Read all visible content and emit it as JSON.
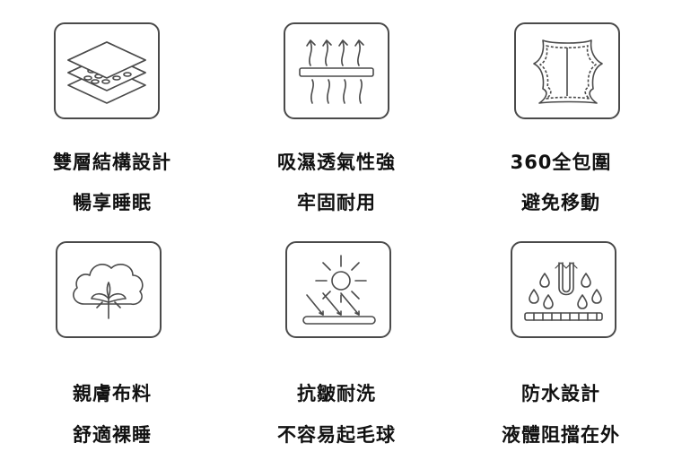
{
  "features": [
    {
      "icon": "layered-mattress-icon",
      "line1": "雙層結構設計",
      "line2": "暢享睡眠"
    },
    {
      "icon": "breathable-airflow-icon",
      "line1": "吸濕透氣性強",
      "line2": "牢固耐用"
    },
    {
      "icon": "full-wrap-cover-icon",
      "line1": "360全包圍",
      "line2": "避免移動"
    },
    {
      "icon": "cotton-plant-icon",
      "line1": "親膚布料",
      "line2": "舒適裸睡"
    },
    {
      "icon": "sun-rays-icon",
      "line1": "抗皺耐洗",
      "line2": "不容易起毛球"
    },
    {
      "icon": "waterproof-drops-icon",
      "line1": "防水設計",
      "line2": "液體阻擋在外"
    }
  ],
  "colors": {
    "stroke": "#4a4a4a",
    "text": "#111111",
    "background": "#ffffff"
  }
}
